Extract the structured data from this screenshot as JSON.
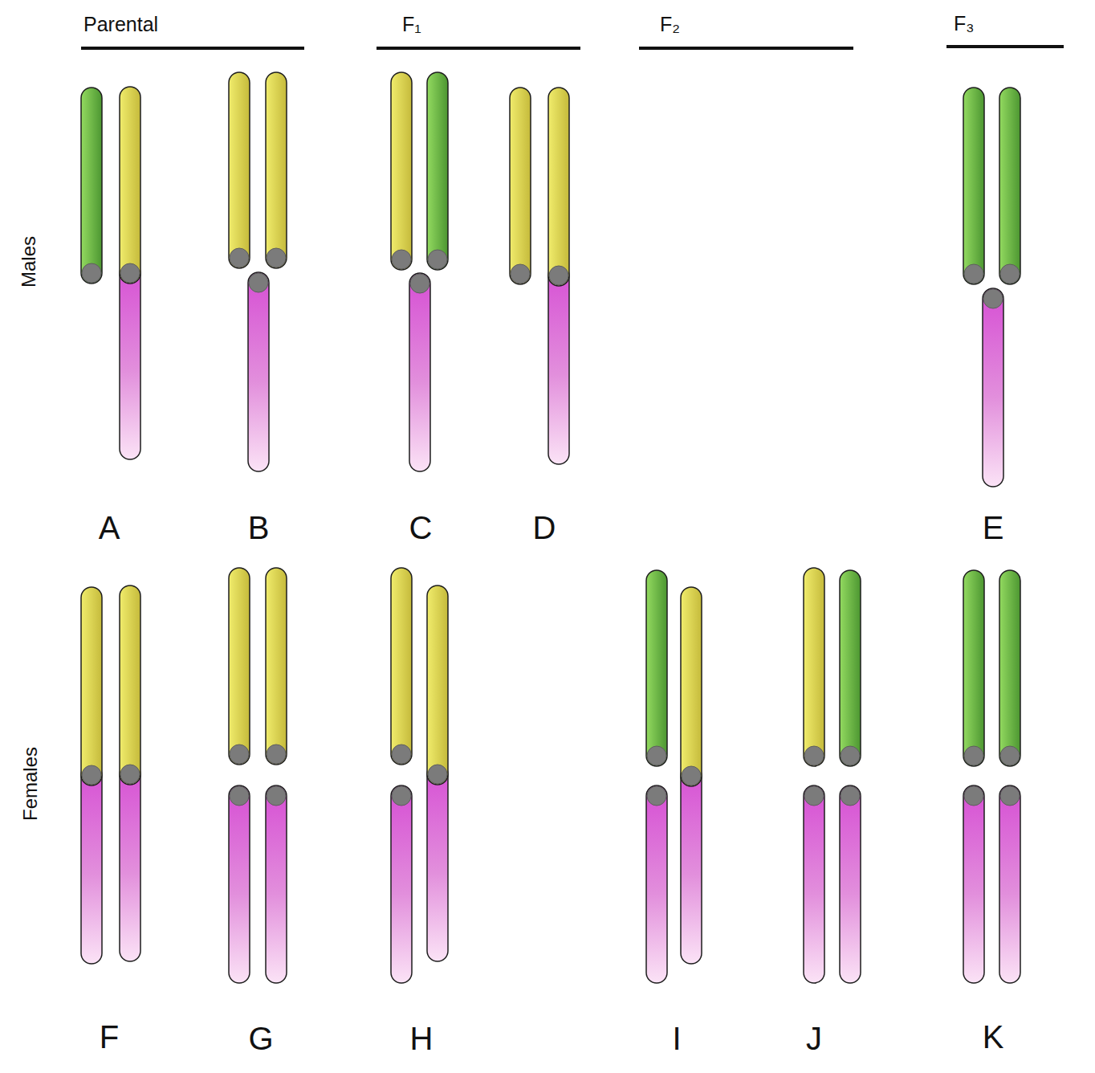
{
  "diagram": {
    "labels": [
      "Parental",
      "F₁",
      "F₂",
      "F₃",
      "Males",
      "Females",
      "A",
      "B",
      "C",
      "D",
      "E",
      "F",
      "G",
      "H",
      "I",
      "J",
      "K"
    ]
  }
}
